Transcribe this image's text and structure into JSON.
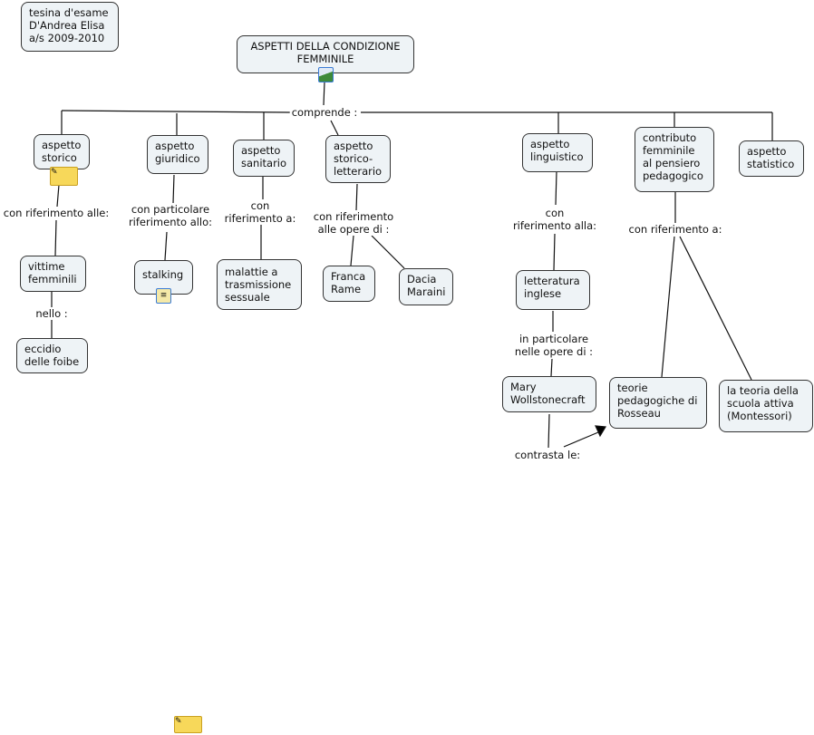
{
  "note": "tesina d'esame\nD'Andrea Elisa\na/s 2009-2010",
  "root": "ASPETTI DELLA CONDIZIONE\nFEMMINILE",
  "links": {
    "comprende": "comprende :",
    "storico": "con riferimento alle:",
    "giuridico": "con particolare\nriferimento allo:",
    "sanitario": "con\nriferimento a:",
    "letterario": "con riferimento\nalle opere di :",
    "linguistico": "con\nriferimento alla:",
    "pedagogico": "con riferimento a:",
    "nello": "nello :",
    "particolare": "in particolare\nnelle opere  di :",
    "contrasta": "contrasta le:"
  },
  "nodes": {
    "storico": "aspetto\nstorico",
    "giuridico": "aspetto\ngiuridico",
    "sanitario": "aspetto\nsanitario",
    "letterario": "aspetto\nstorico-\nletterario",
    "linguistico": "aspetto\nlinguistico",
    "contributo": "contributo\nfemminile\nal pensiero\npedagogico",
    "statistico": "aspetto\nstatistico",
    "vittime": "vittime\nfemminili",
    "stalking": "stalking",
    "malattie": "malattie a\ntrasmissione\nsessuale",
    "franca": "Franca\nRame",
    "dacia": "Dacia\nMaraini",
    "eccidio": "eccidio\ndelle foibe",
    "letteratura": "letteratura\n inglese",
    "mary": "Mary\nWollstonecraft",
    "teorie": "teorie\npedagogiche di\nRosseau",
    "scuola": "la teoria della\nscuola attiva\n(Montessori)"
  }
}
